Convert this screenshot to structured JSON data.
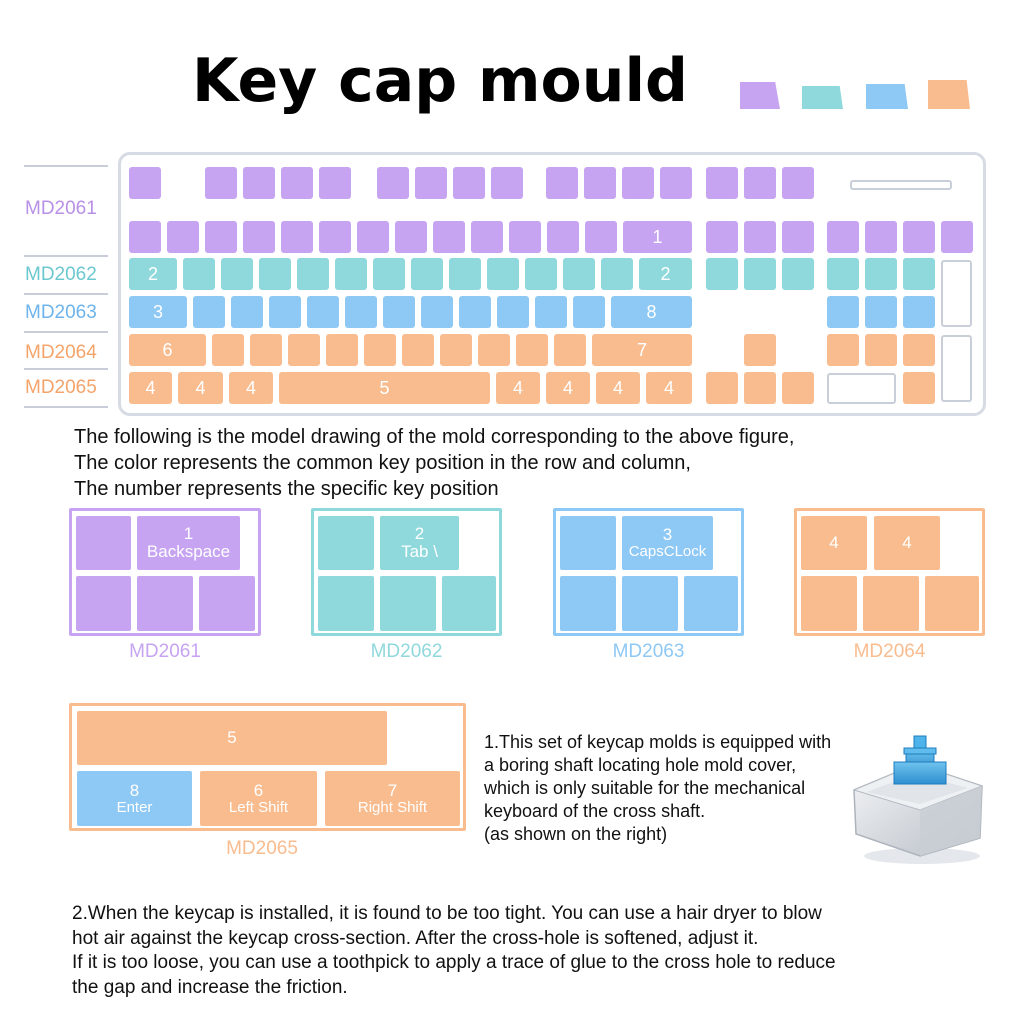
{
  "title": "Key cap mould",
  "colors": {
    "purple": "#c7a4f2",
    "teal": "#8fd8dc",
    "blue": "#8ec8f5",
    "orange": "#f9bc8f"
  },
  "row_labels": [
    "MD2061",
    "MD2062",
    "MD2063",
    "MD2064",
    "MD2065"
  ],
  "keyboard_numbers": [
    "1",
    "2",
    "2",
    "3",
    "8",
    "6",
    "7",
    "4",
    "4",
    "4",
    "5",
    "4",
    "4",
    "4",
    "4"
  ],
  "description": [
    "The following is the model drawing of the mold corresponding to the above figure,",
    "The color represents the common key position in the row and column,",
    "The number represents the specific key position"
  ],
  "molds": {
    "md2061": {
      "label": "MD2061",
      "key_num": "1",
      "key_name": "Backspace"
    },
    "md2062": {
      "label": "MD2062",
      "key_num": "2",
      "key_name": "Tab \\"
    },
    "md2063": {
      "label": "MD2063",
      "key_num": "3",
      "key_name": "CapsCLock"
    },
    "md2064": {
      "label": "MD2064",
      "key_a": "4",
      "key_b": "4"
    },
    "md2065": {
      "label": "MD2065",
      "space_num": "5",
      "enter_num": "8",
      "enter_name": "Enter",
      "lshift_num": "6",
      "lshift_name": "Left Shift",
      "rshift_num": "7",
      "rshift_name": "Right Shift"
    }
  },
  "note1": [
    "1.This set of keycap molds is equipped with",
    "a boring shaft locating hole mold cover,",
    "which is only suitable for the mechanical",
    "keyboard of the cross shaft.",
    "(as shown on the right)"
  ],
  "note2": [
    "2.When the keycap is installed, it is found to be too tight. You can use a hair dryer to blow",
    "hot air against the keycap cross-section. After the cross-hole is softened, adjust it.",
    "If it is too loose, you can use a toothpick to apply a trace of glue to the cross hole to reduce",
    "the gap and increase the friction."
  ]
}
